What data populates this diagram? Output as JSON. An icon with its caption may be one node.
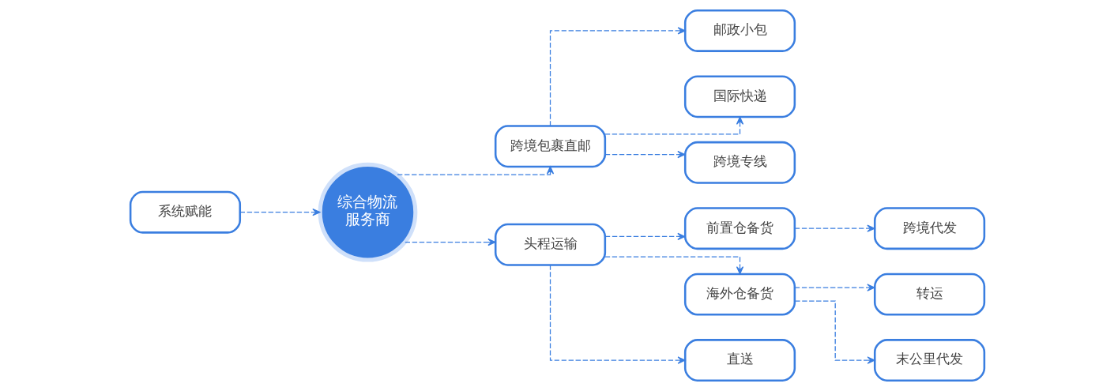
{
  "diagram": {
    "nodes": [
      {
        "text": [
          "系统赋能"
        ]
      },
      {
        "text": [
          "综合物流服务商"
        ]
      },
      {
        "text": [
          "跨境包裹直邮"
        ]
      },
      {
        "text": [
          "头程运输"
        ]
      },
      {
        "text": [
          "邮政小包"
        ]
      },
      {
        "text": [
          "国际快递"
        ]
      },
      {
        "text": [
          "跨境专线"
        ]
      },
      {
        "text": [
          "前置仓备货"
        ]
      },
      {
        "text": [
          "海外仓备货"
        ]
      },
      {
        "text": [
          "直送"
        ]
      },
      {
        "text": [
          "跨境代发"
        ]
      },
      {
        "text": [
          "转运"
        ]
      },
      {
        "text": [
          "末公里代发"
        ]
      }
    ],
    "edges": [
      {
        "from": 0,
        "to": 1,
        "arrow": "to",
        "style": "dashed"
      },
      {
        "from": 1,
        "to": 2,
        "arrow": "to",
        "style": "dashed"
      },
      {
        "from": 1,
        "to": 3,
        "arrow": "to",
        "style": "dashed"
      },
      {
        "from": 2,
        "to": 4,
        "arrow": "to",
        "style": "dashed"
      },
      {
        "from": 2,
        "to": 5,
        "arrow": "to",
        "style": "dashed"
      },
      {
        "from": 2,
        "to": 6,
        "arrow": "to",
        "style": "dashed"
      },
      {
        "from": 3,
        "to": 7,
        "arrow": "to",
        "style": "dashed"
      },
      {
        "from": 3,
        "to": 8,
        "arrow": "to",
        "style": "dashed"
      },
      {
        "from": 3,
        "to": 9,
        "arrow": "to",
        "style": "dashed"
      },
      {
        "from": 7,
        "to": 10,
        "arrow": "to",
        "style": "dashed"
      },
      {
        "from": 8,
        "to": 11,
        "arrow": "to",
        "style": "dashed"
      },
      {
        "from": 8,
        "to": 12,
        "arrow": "to",
        "style": "dashed"
      }
    ]
  }
}
